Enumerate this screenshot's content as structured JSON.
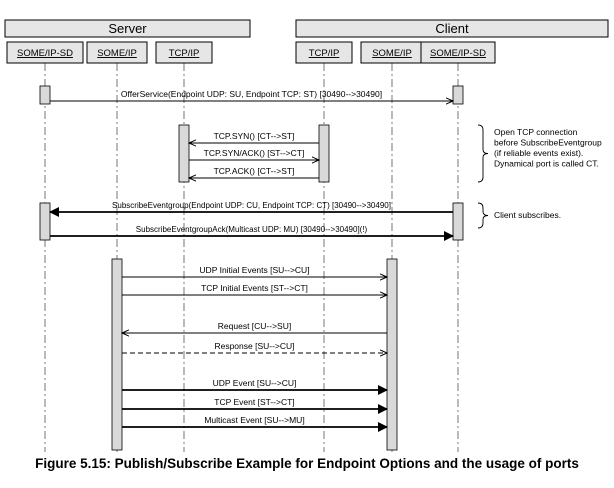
{
  "figure": {
    "caption": "Figure 5.15: Publish/Subscribe Example for Endpoint Options and the usage of ports"
  },
  "groups": [
    {
      "id": "server",
      "title": "Server"
    },
    {
      "id": "client",
      "title": "Client"
    }
  ],
  "participants": [
    {
      "id": "s_sd",
      "label": "SOME/IP-SD",
      "group": "server"
    },
    {
      "id": "s_ip",
      "label": "SOME/IP",
      "group": "server"
    },
    {
      "id": "s_tcp",
      "label": "TCP/IP",
      "group": "server"
    },
    {
      "id": "c_tcp",
      "label": "TCP/IP",
      "group": "client"
    },
    {
      "id": "c_ip",
      "label": "SOME/IP",
      "group": "client"
    },
    {
      "id": "c_sd",
      "label": "SOME/IP-SD",
      "group": "client"
    }
  ],
  "messages": [
    {
      "id": "offer-service",
      "label": "OfferService(Endpoint UDP: SU, Endpoint TCP: ST) [30490-->30490]",
      "from": "s_sd",
      "to": "c_sd",
      "style": "thin"
    },
    {
      "id": "tcp-syn",
      "label": "TCP.SYN() [CT-->ST]",
      "from": "c_tcp",
      "to": "s_tcp",
      "style": "thin"
    },
    {
      "id": "tcp-syn-ack",
      "label": "TCP.SYN/ACK() [ST-->CT]",
      "from": "s_tcp",
      "to": "c_tcp",
      "style": "thin"
    },
    {
      "id": "tcp-ack",
      "label": "TCP.ACK() [CT-->ST]",
      "from": "c_tcp",
      "to": "s_tcp",
      "style": "thin"
    },
    {
      "id": "subscribe",
      "label": "SubscribeEventgroup(Endpoint UDP: CU, Endpoint TCP: CT) [30490-->30490]",
      "from": "c_sd",
      "to": "s_sd",
      "style": "bold"
    },
    {
      "id": "subscribe-ack",
      "label": "SubscribeEventgroupAck(Multicast UDP: MU) [30490-->30490](!)",
      "from": "s_sd",
      "to": "c_sd",
      "style": "bold"
    },
    {
      "id": "udp-initial",
      "label": "UDP Initial Events [SU-->CU]",
      "from": "s_ip",
      "to": "c_ip",
      "style": "thin"
    },
    {
      "id": "tcp-initial",
      "label": "TCP Initial Events [ST-->CT]",
      "from": "s_ip",
      "to": "c_ip",
      "style": "thin"
    },
    {
      "id": "request",
      "label": "Request [CU-->SU]",
      "from": "c_ip",
      "to": "s_ip",
      "style": "thin"
    },
    {
      "id": "response",
      "label": "Response [SU-->CU]",
      "from": "s_ip",
      "to": "c_ip",
      "style": "dashed"
    },
    {
      "id": "udp-event",
      "label": "UDP Event [SU-->CU]",
      "from": "s_ip",
      "to": "c_ip",
      "style": "bold"
    },
    {
      "id": "tcp-event",
      "label": "TCP Event [ST-->CT]",
      "from": "s_ip",
      "to": "c_ip",
      "style": "bold"
    },
    {
      "id": "multicast-event",
      "label": "Multicast Event [SU-->MU]",
      "from": "s_ip",
      "to": "c_ip",
      "style": "bold"
    }
  ],
  "notes": [
    {
      "id": "tcp-connection-note",
      "lines": [
        "Open TCP connection",
        "before SubscribeEventgroup",
        "(if reliable events exist).",
        "Dynamical port is called CT."
      ]
    },
    {
      "id": "client-subscribes-note",
      "lines": [
        "Client subscribes."
      ]
    }
  ],
  "colors": {
    "header_fill": "#e6e6e6",
    "activation_fill": "#d9d9d9",
    "line": "#000000",
    "lifeline": "#555555"
  }
}
